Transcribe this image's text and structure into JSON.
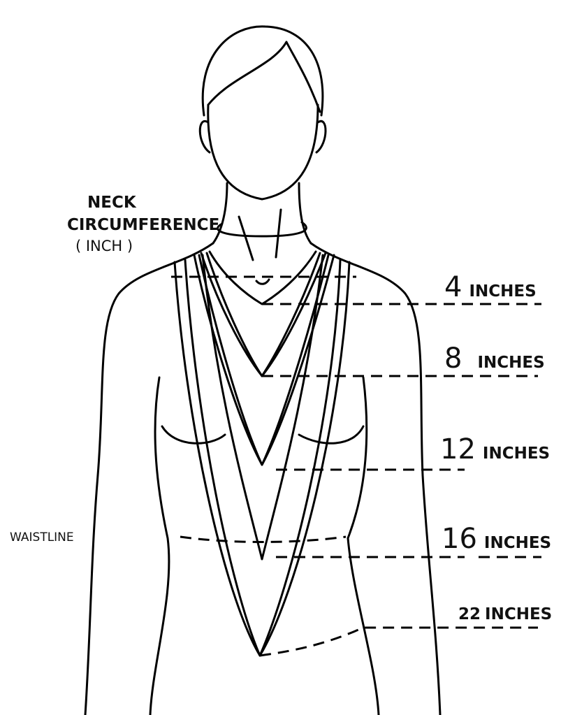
{
  "labels": {
    "neck_line1": "NECK",
    "neck_line2": "CIRCUMFERENCE",
    "neck_line3": "(   INCH  )",
    "waistline": "WAISTLINE"
  },
  "lengths": [
    {
      "value": "4",
      "unit": "INCHES"
    },
    {
      "value": "8",
      "unit": "INCHES"
    },
    {
      "value": "12",
      "unit": "INCHES"
    },
    {
      "value": "16",
      "unit": "INCHES"
    },
    {
      "value": "22",
      "unit": "INCHES"
    }
  ],
  "colors": {
    "line": "#000000",
    "background": "#ffffff"
  }
}
